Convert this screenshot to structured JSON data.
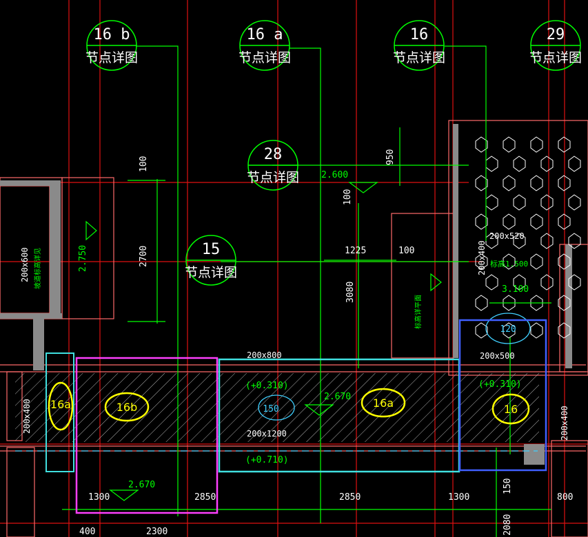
{
  "callouts": [
    {
      "id": "16b",
      "label": "16 b",
      "caption": "节点详图"
    },
    {
      "id": "16a",
      "label": "16 a",
      "caption": "节点详图"
    },
    {
      "id": "16",
      "label": "16",
      "caption": "节点详图"
    },
    {
      "id": "29",
      "label": "29",
      "caption": "节点详图"
    },
    {
      "id": "28",
      "label": "28",
      "caption": "节点详图"
    },
    {
      "id": "15",
      "label": "15",
      "caption": "节点详图"
    }
  ],
  "zone_labels": [
    {
      "id": "z16a",
      "label": "16a"
    },
    {
      "id": "z16b",
      "label": "16b"
    },
    {
      "id": "z16a2",
      "label": "16a"
    },
    {
      "id": "z16",
      "label": "16"
    }
  ],
  "dims": {
    "d100a": "100",
    "d2700": "2700",
    "d950": "950",
    "d100b": "100",
    "d1225": "1225",
    "d100c": "100",
    "d3080": "3080",
    "d1300a": "1300",
    "d2850a": "2850",
    "d2850b": "2850",
    "d1300b": "1300",
    "d150": "150",
    "d2080": "2080",
    "d800": "800",
    "d400": "400",
    "d2300": "2300"
  },
  "annotations": {
    "beam_200x800": "200x800",
    "beam_200x500": "200x500",
    "beam_200x520": "200x520",
    "beam_200x1200": "200x1200",
    "beam_200x400_l": "200x400",
    "beam_200x400_r": "200x400",
    "beam_200x600": "200x600",
    "beam_200x400_v": "200x400",
    "circle_150": "150",
    "circle_120": "120",
    "elev_2600": "2.600",
    "elev_2750": "2.750",
    "elev_2670a": "2.670",
    "elev_2670b": "2.670",
    "elev_3100": "3.100",
    "elev_0310a": "(+0.310)",
    "elev_0310b": "(+0.310)",
    "elev_0710": "(+0.710)",
    "note_1500": "标高1.500",
    "v_note_left": "坡道标高详见",
    "v_note_mid": "标高详平面"
  }
}
